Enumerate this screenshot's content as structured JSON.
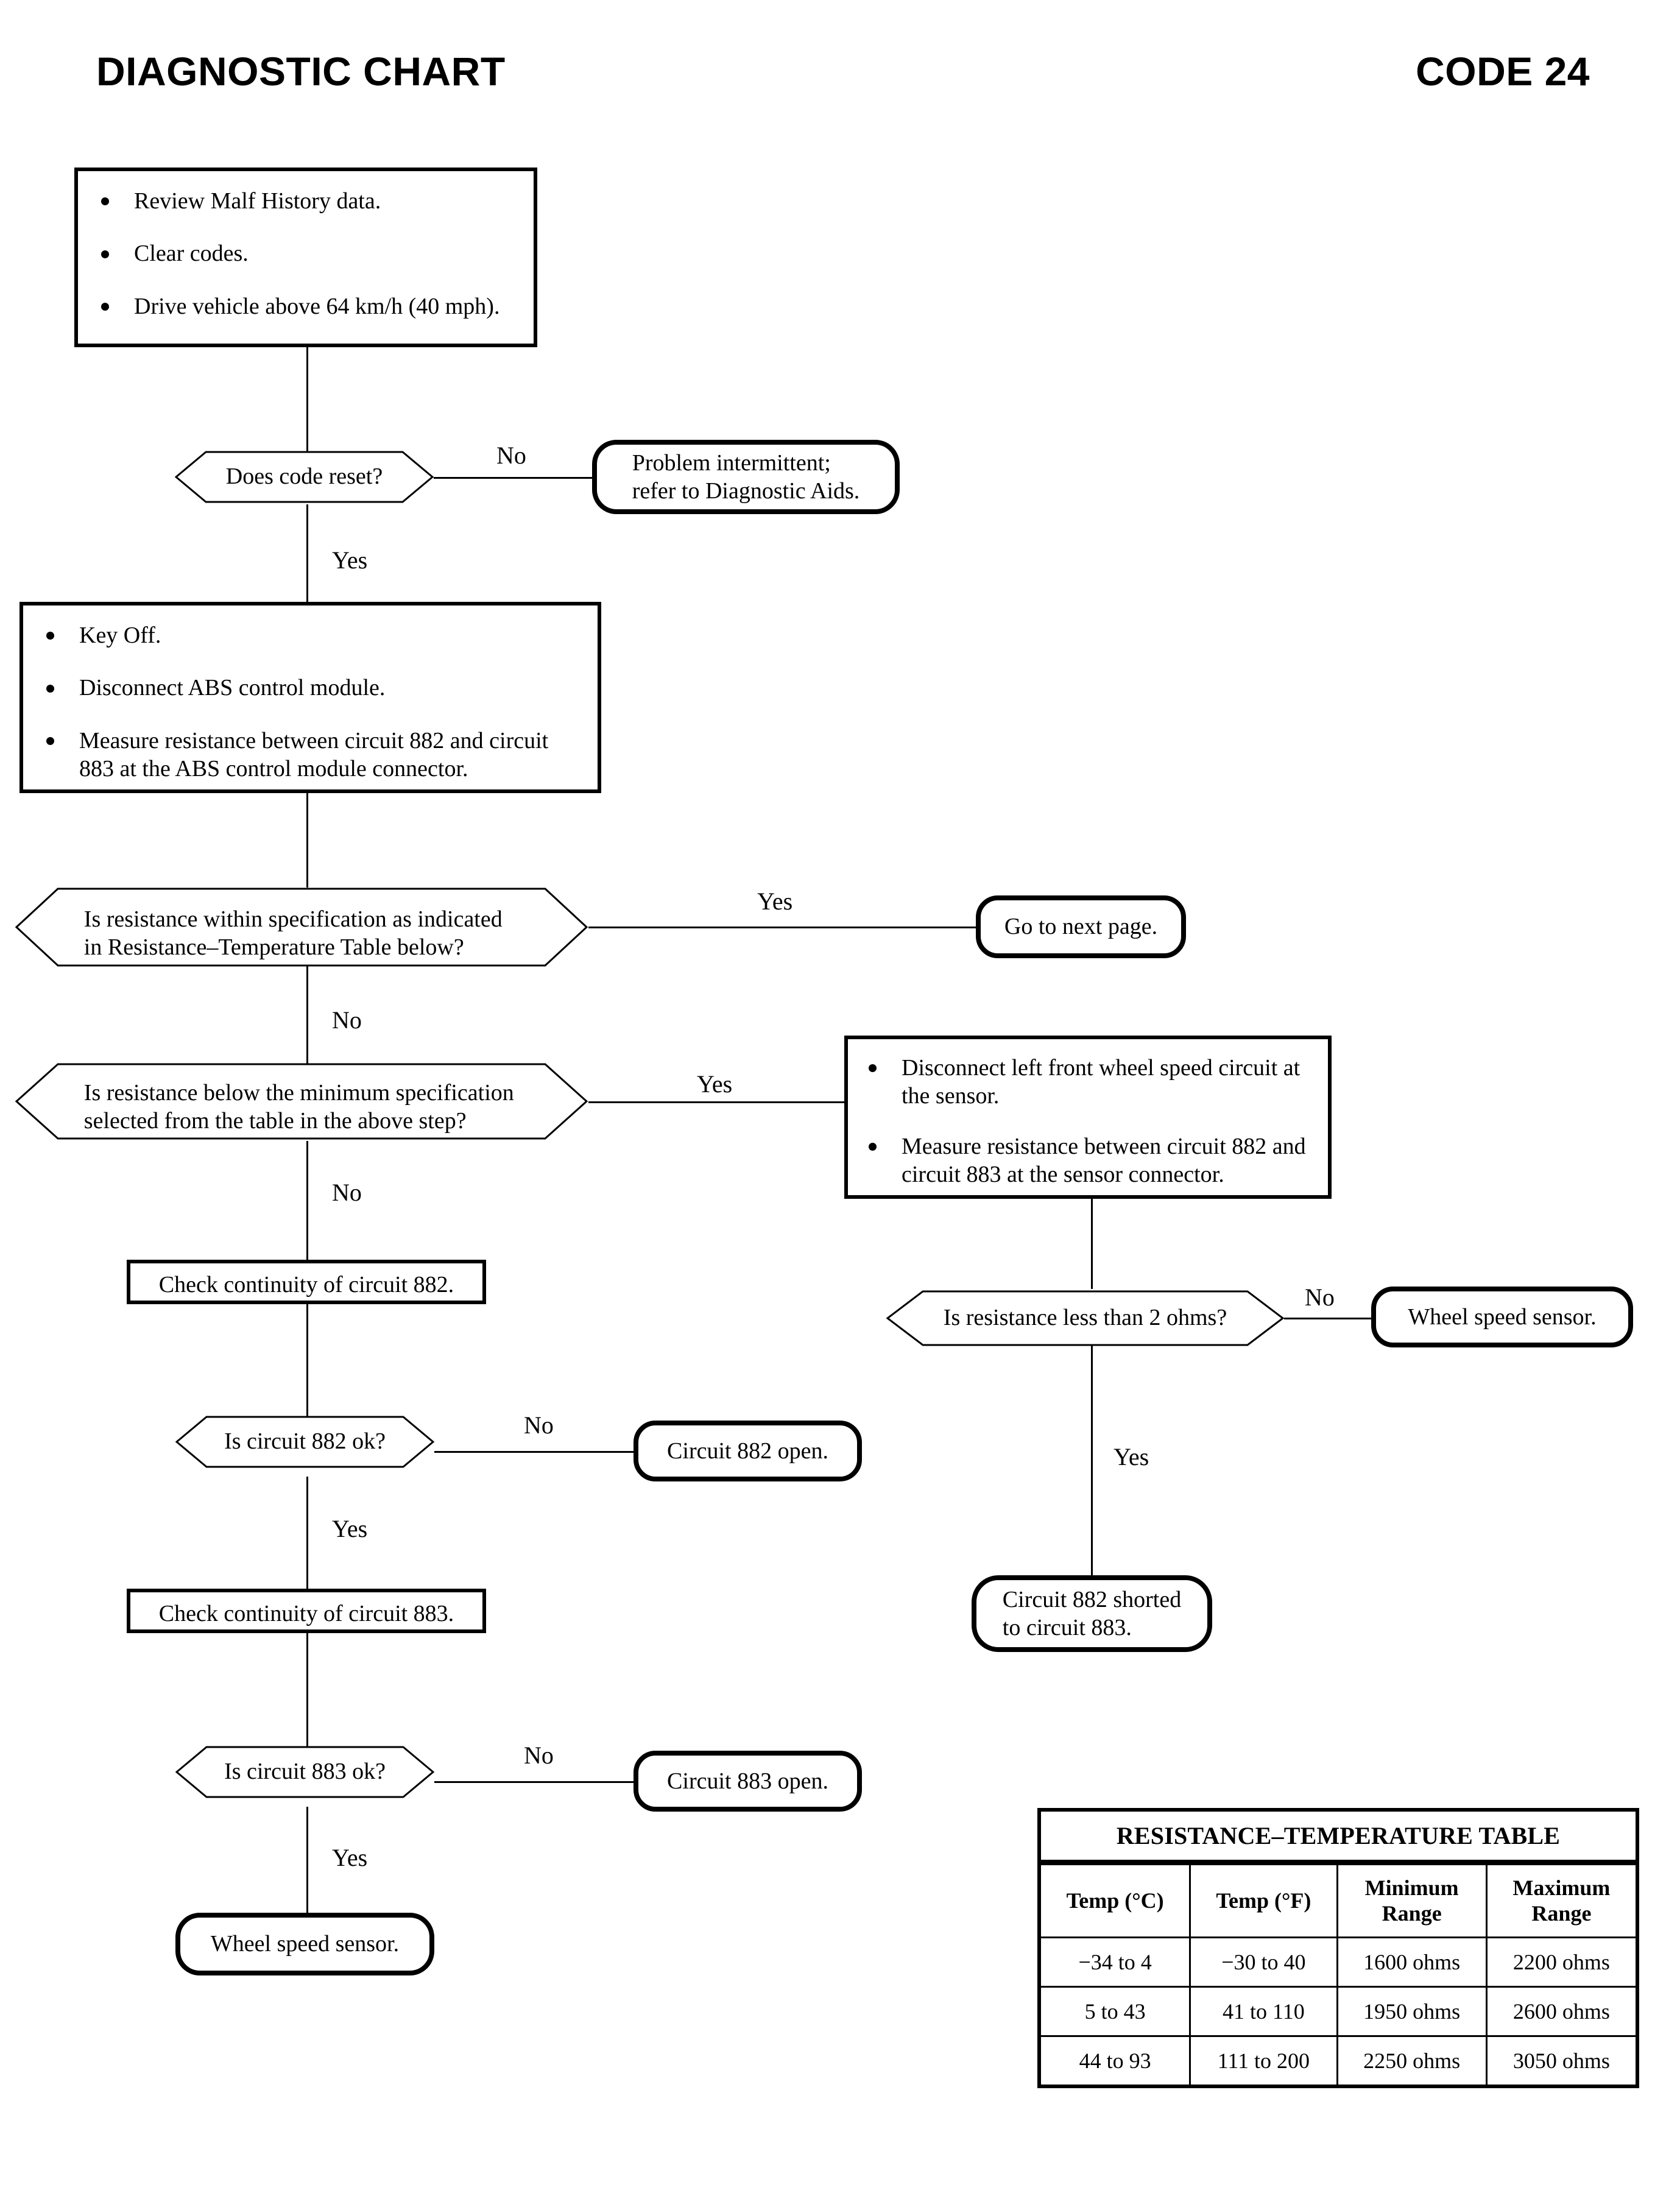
{
  "header": {
    "title": "DIAGNOSTIC CHART",
    "code": "CODE 24"
  },
  "nodes": {
    "step1": {
      "type": "process",
      "bullets": [
        "Review Malf History data.",
        "Clear codes.",
        "Drive vehicle above 64 km/h (40 mph)."
      ]
    },
    "decision_code_reset": {
      "type": "decision",
      "text": "Does code reset?"
    },
    "term_problem_intermittent": {
      "type": "terminal",
      "line1": "Problem intermittent;",
      "line2": "refer to Diagnostic Aids."
    },
    "step2": {
      "type": "process",
      "bullets": [
        "Key Off.",
        "Disconnect ABS control module.",
        "Measure resistance between circuit 882 and circuit 883 at the ABS control module connector."
      ]
    },
    "decision_within_spec": {
      "type": "decision",
      "line1": "Is resistance within specification as indicated",
      "line2": "in Resistance–Temperature Table below?"
    },
    "term_next_page": {
      "type": "terminal",
      "text": "Go to next page."
    },
    "decision_below_min": {
      "type": "decision",
      "line1": "Is resistance below the minimum specification",
      "line2": "selected from the table in the above step?"
    },
    "step3_sensor": {
      "type": "process",
      "bullets": [
        "Disconnect left front wheel speed circuit at the sensor.",
        "Measure resistance between circuit 882 and circuit 883 at the sensor connector."
      ]
    },
    "decision_less_2_ohms": {
      "type": "decision",
      "text": "Is resistance less than 2 ohms?"
    },
    "term_wheel_speed_sensor_right": {
      "type": "terminal",
      "text": "Wheel speed sensor."
    },
    "term_shorted": {
      "type": "terminal",
      "line1": "Circuit 882 shorted",
      "line2": "to circuit 883."
    },
    "step_check_882": {
      "type": "process",
      "text": "Check continuity of circuit 882."
    },
    "decision_882_ok": {
      "type": "decision",
      "text": "Is circuit 882 ok?"
    },
    "term_882_open": {
      "type": "terminal",
      "text": "Circuit 882 open."
    },
    "step_check_883": {
      "type": "process",
      "text": "Check continuity of circuit 883."
    },
    "decision_883_ok": {
      "type": "decision",
      "text": "Is circuit 883 ok?"
    },
    "term_883_open": {
      "type": "terminal",
      "text": "Circuit 883 open."
    },
    "term_wheel_speed_sensor_bottom": {
      "type": "terminal",
      "text": "Wheel speed sensor."
    }
  },
  "branch_labels": {
    "code_reset_no": "No",
    "code_reset_yes": "Yes",
    "within_spec_yes": "Yes",
    "within_spec_no": "No",
    "below_min_yes": "Yes",
    "below_min_no": "No",
    "less_2_ohms_no": "No",
    "less_2_ohms_yes": "Yes",
    "c882_no": "No",
    "c882_yes": "Yes",
    "c883_no": "No",
    "c883_yes": "Yes"
  },
  "table": {
    "title": "RESISTANCE–TEMPERATURE TABLE",
    "columns": [
      "Temp (°C)",
      "Temp (°F)",
      "Minimum Range",
      "Maximum Range"
    ],
    "columns_wrapped": [
      [
        "Temp (°C)"
      ],
      [
        "Temp (°F)"
      ],
      [
        "Minimum",
        "Range"
      ],
      [
        "Maximum",
        "Range"
      ]
    ],
    "rows": [
      [
        "−34 to 4",
        "−30 to 40",
        "1600 ohms",
        "2200 ohms"
      ],
      [
        "5 to 43",
        "41 to 110",
        "1950 ohms",
        "2600 ohms"
      ],
      [
        "44 to 93",
        "111 to 200",
        "2250 ohms",
        "3050 ohms"
      ]
    ]
  },
  "colors": {
    "ink": "#000000",
    "paper": "#ffffff"
  }
}
